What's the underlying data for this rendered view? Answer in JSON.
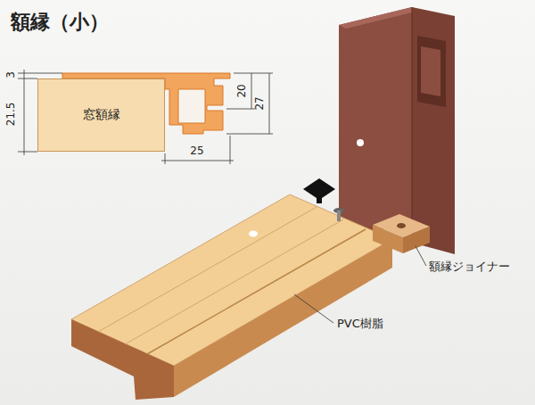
{
  "diagram": {
    "title": "額縁（小）",
    "nodes": [
      {
        "text": [
          "窓額縁"
        ]
      }
    ],
    "labels": [
      "3",
      "21.5",
      "20",
      "27",
      "25",
      "額縁ジョイナー",
      "PVC樹脂"
    ]
  }
}
